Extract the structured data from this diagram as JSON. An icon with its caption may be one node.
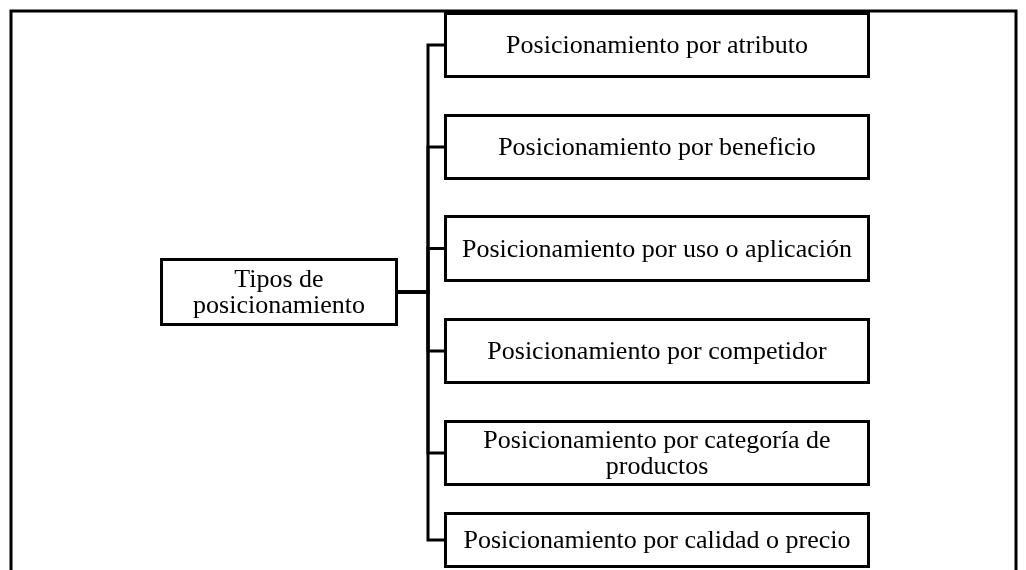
{
  "diagram": {
    "nodes": [
      {
        "text": [
          "Tipos de posicionamiento"
        ]
      },
      {
        "text": [
          "Posicionamiento por atributo"
        ]
      },
      {
        "text": [
          "Posicionamiento por beneficio"
        ]
      },
      {
        "text": [
          "Posicionamiento por uso o aplicación"
        ]
      },
      {
        "text": [
          "Posicionamiento por competidor"
        ]
      },
      {
        "text": [
          "Posicionamiento por categoría de productos"
        ]
      },
      {
        "text": [
          "Posicionamiento por calidad o precio"
        ]
      }
    ],
    "edges": [
      {
        "from": 0,
        "to": 1,
        "arrow": "none"
      },
      {
        "from": 0,
        "to": 2,
        "arrow": "none"
      },
      {
        "from": 0,
        "to": 3,
        "arrow": "none"
      },
      {
        "from": 0,
        "to": 4,
        "arrow": "none"
      },
      {
        "from": 0,
        "to": 5,
        "arrow": "none"
      },
      {
        "from": 0,
        "to": 6,
        "arrow": "none"
      }
    ]
  }
}
